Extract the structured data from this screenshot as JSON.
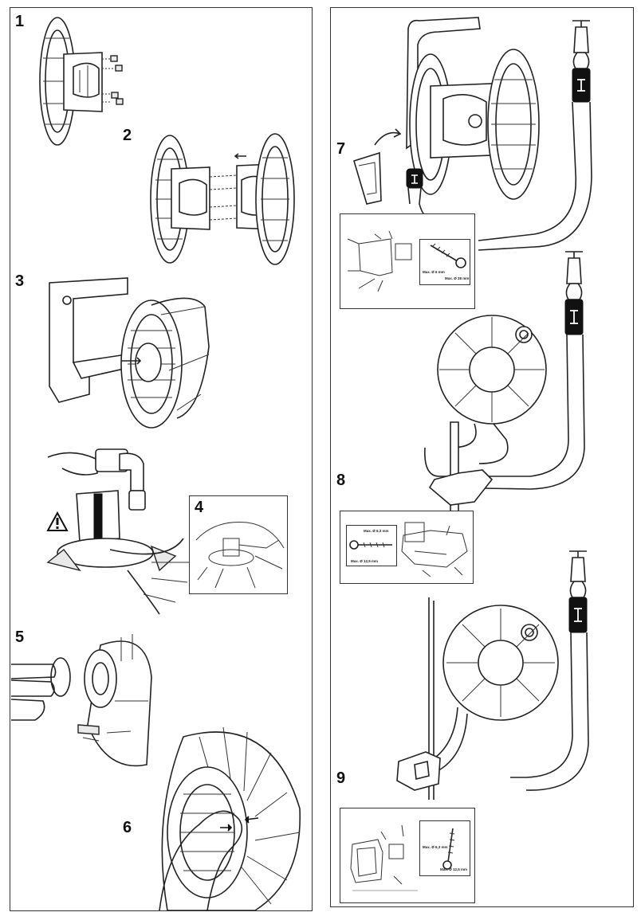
{
  "steps": {
    "s1": "1",
    "s2": "2",
    "s3": "3",
    "s4": "4",
    "s5": "5",
    "s6": "6",
    "s7": "7",
    "s8": "8",
    "s9": "9"
  },
  "insets": {
    "step7": {
      "dim1": "Max. Ø 6 mm",
      "dim2": "Max. Ø 28 mm"
    },
    "step8": {
      "dim1": "Max. Ø 6,3 mm",
      "dim2": "Max. Ø 12,5 mm"
    },
    "step9": {
      "dim1": "Max. Ø 6,3 mm",
      "dim2": "Max. Ø 12,5 mm"
    }
  },
  "icons": {
    "warning": "warning-triangle-icon",
    "arrow": "direction-arrow-icon"
  }
}
